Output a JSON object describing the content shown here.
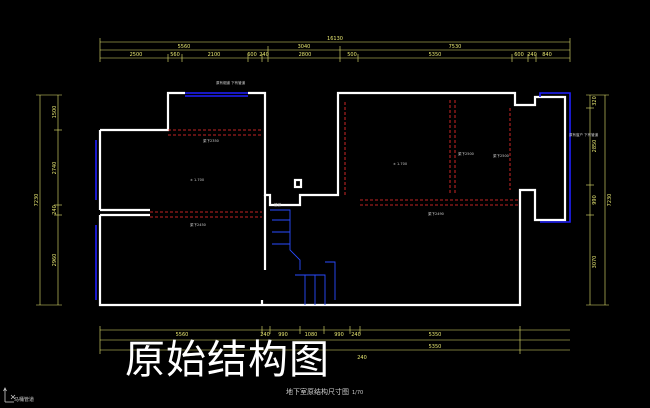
{
  "title": "原始结构图",
  "caption": {
    "name": "地下室原结构尺寸图",
    "scale": "1/70"
  },
  "ucs_label": "马桶管道",
  "dims": {
    "overall_top": "16130",
    "top_row1": [
      "5560",
      "3040",
      "7530"
    ],
    "top_row2": [
      "2500",
      "560",
      "2100",
      "600",
      "240",
      "2800",
      "500",
      "5350",
      "600",
      "240",
      "840"
    ],
    "bottom_row1": [
      "5560",
      "240",
      "990",
      "1080",
      "990",
      "240",
      "5350"
    ],
    "bottom_row2": [
      "5350"
    ],
    "bottom_row3": [
      "240"
    ],
    "left_outer": "7230",
    "left_inner": [
      "1500",
      "2740",
      "240",
      "2960"
    ],
    "right_inner": [
      "320",
      "2850",
      "990",
      "3070"
    ],
    "right_outer": "7230"
  },
  "notes": {
    "left_room": "± 1.700",
    "mid_room": "± 1.700",
    "beam_a": "梁下2350",
    "beam_b": "梁下2450",
    "beam_c": "梁下2500",
    "beam_d": "梁下2500",
    "beam_e": "梁下2490",
    "stair_note": "楼梯",
    "vent_note": "原有烟道 下有管道",
    "right_note": "原有窗户 下有管道"
  },
  "colors": {
    "wall": "#ffffff",
    "dim": "#e8e872",
    "window": "#2020ff",
    "beam": "#ff3030",
    "stair": "#2a4bff"
  }
}
